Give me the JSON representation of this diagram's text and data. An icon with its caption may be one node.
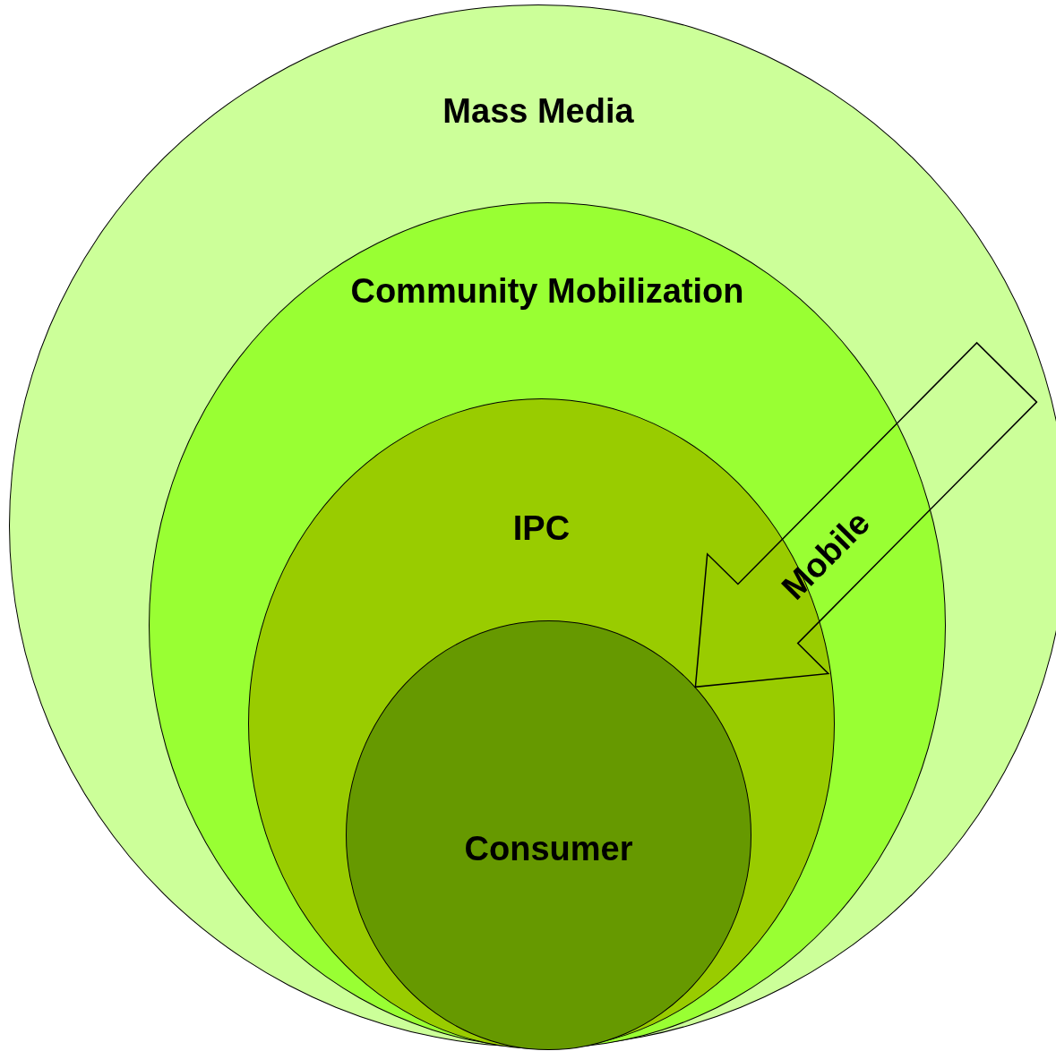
{
  "diagram": {
    "nodes": [
      {
        "text": [
          "Mass Media"
        ]
      },
      {
        "text": [
          "Community Mobilization"
        ],
        "in": 0
      },
      {
        "text": [
          "IPC"
        ],
        "in": 1
      },
      {
        "text": [
          "Consumer"
        ],
        "in": 2
      }
    ],
    "edges": [
      {
        "from": null,
        "to": 3,
        "arrow": "to",
        "label": "Mobile"
      }
    ]
  }
}
